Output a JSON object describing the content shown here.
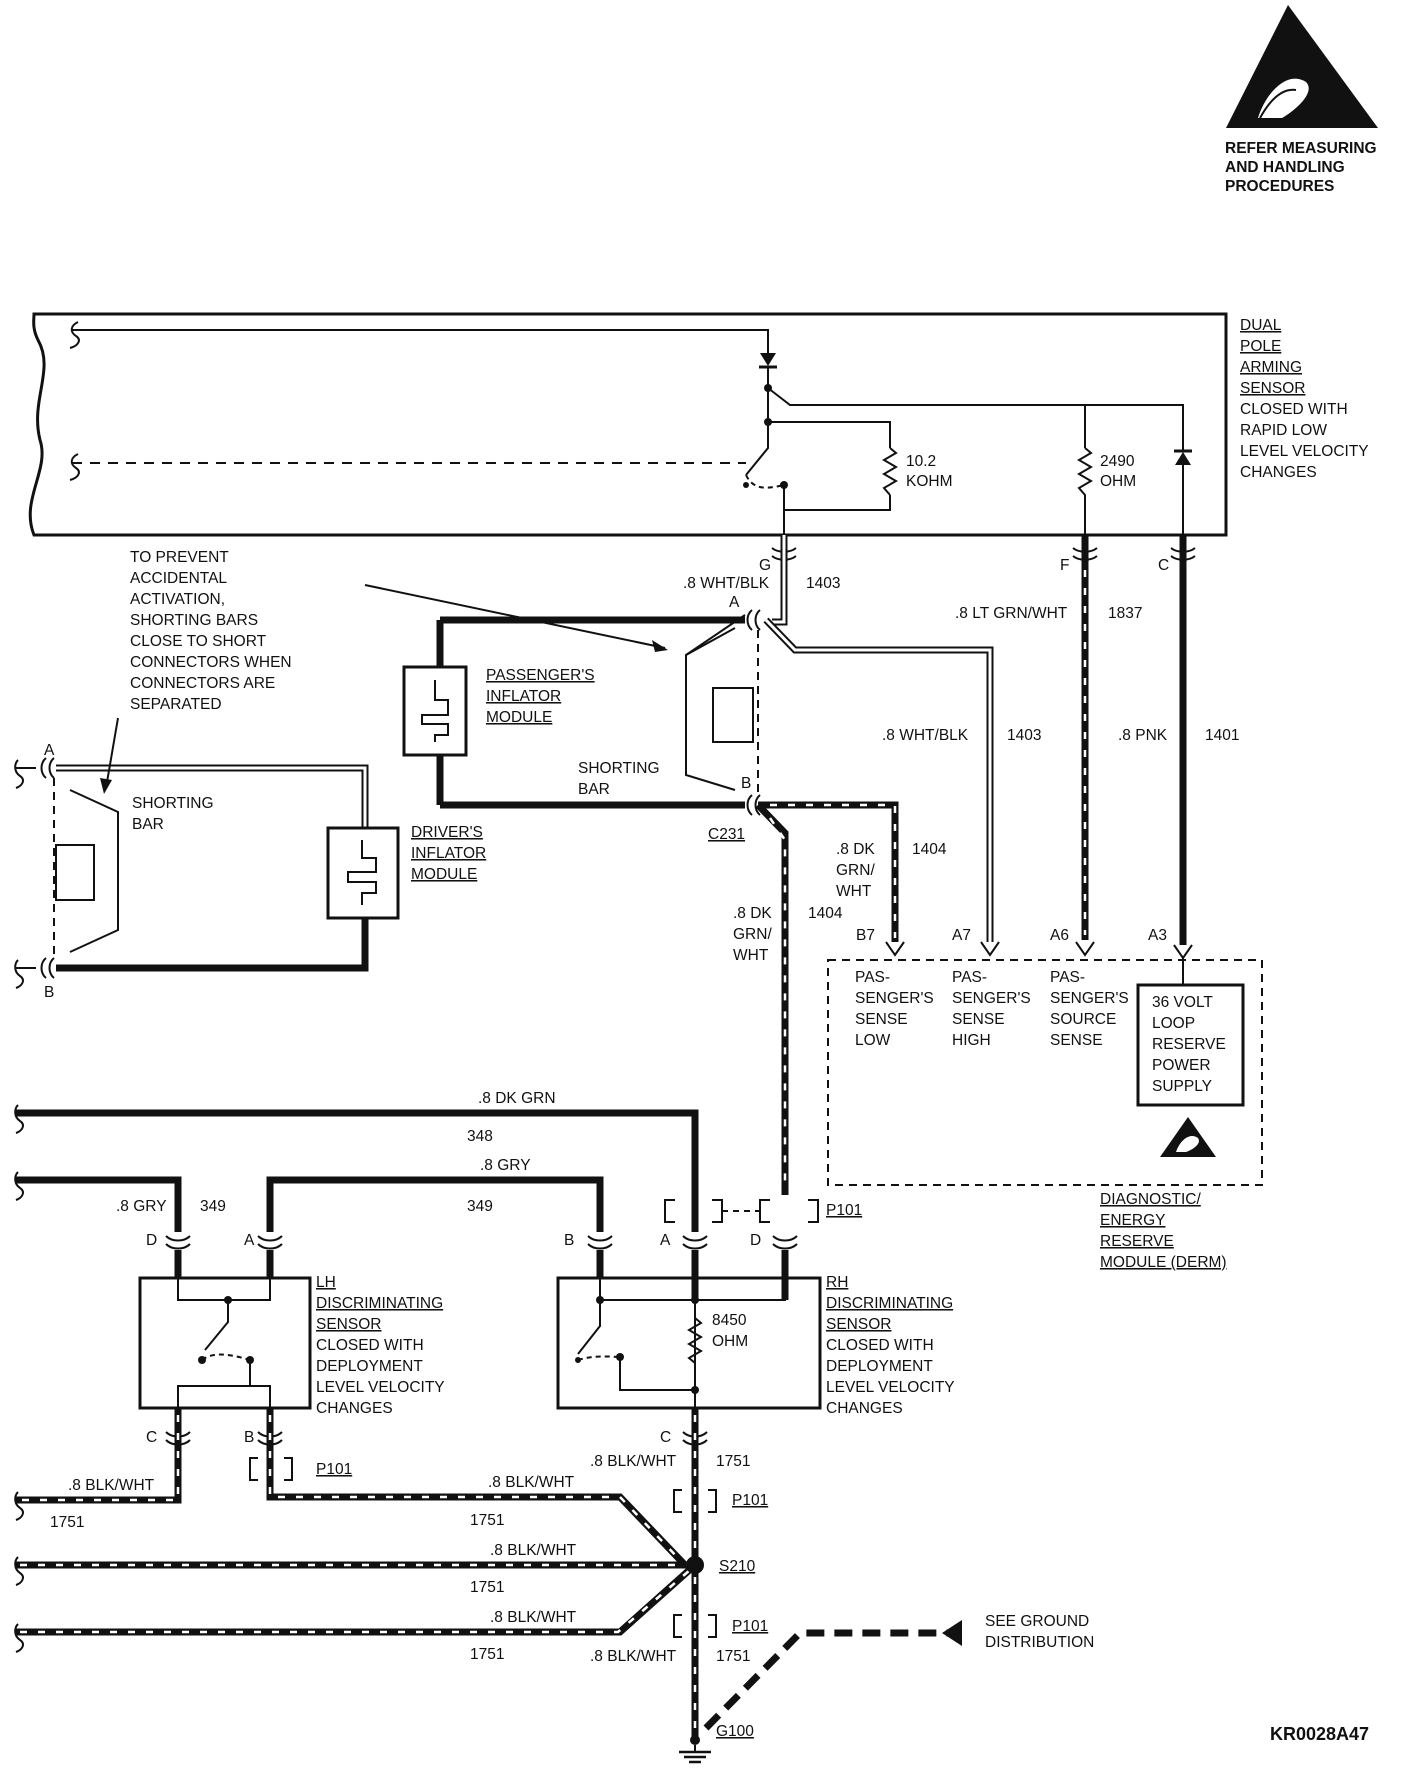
{
  "esd_notice": {
    "lines": [
      "REFER MEASURING",
      "AND HANDLING",
      "PROCEDURES"
    ]
  },
  "figure_id": "KR0028A47",
  "arming_sensor": {
    "title_underlined": [
      "DUAL",
      "POLE",
      "ARMING",
      "SENSOR"
    ],
    "desc": [
      "CLOSED WITH",
      "RAPID LOW",
      "LEVEL VELOCITY",
      "CHANGES"
    ],
    "res1": [
      "10.2",
      "KOHM"
    ],
    "res2": [
      "2490",
      "OHM"
    ],
    "pins": [
      "G",
      "F",
      "C"
    ]
  },
  "note": [
    "TO PREVENT",
    "ACCIDENTAL",
    "ACTIVATION,",
    "SHORTING BARS",
    "CLOSE TO SHORT",
    "CONNECTORS WHEN",
    "CONNECTORS ARE",
    "SEPARATED"
  ],
  "passenger_module": [
    "PASSENGER'S",
    "INFLATOR",
    "MODULE"
  ],
  "driver_module": [
    "DRIVER'S",
    "INFLATOR",
    "MODULE"
  ],
  "shorting_bar_passenger": [
    "SHORTING",
    "BAR"
  ],
  "shorting_bar_driver": [
    "SHORTING",
    "BAR"
  ],
  "connector_c231": "C231",
  "pins": {
    "a": "A",
    "b": "B",
    "c": "C",
    "d": "D",
    "b7": "B7",
    "a7": "A7",
    "a6": "A6",
    "a3": "A3"
  },
  "wires": {
    "wht_blk": ".8 WHT/BLK",
    "c1403": "1403",
    "lt_grn_wht": ".8 LT GRN/WHT",
    "c1837": "1837",
    "pnk": ".8 PNK",
    "c1401": "1401",
    "dk_grn_wht": [
      ".8 DK",
      "GRN/",
      "WHT"
    ],
    "c1404": "1404",
    "dk_grn": ".8 DK GRN",
    "c348": "348",
    "gry": ".8 GRY",
    "c349": "349",
    "blk_wht": ".8 BLK/WHT",
    "c1751": "1751"
  },
  "derm": {
    "col1": [
      "PAS-",
      "SENGER'S",
      "SENSE",
      "LOW"
    ],
    "col2": [
      "PAS-",
      "SENGER'S",
      "SENSE",
      "HIGH"
    ],
    "col3": [
      "PAS-",
      "SENGER'S",
      "SOURCE",
      "SENSE"
    ],
    "supply": [
      "36 VOLT",
      "LOOP",
      "RESERVE",
      "POWER",
      "SUPPLY"
    ],
    "title": [
      "DIAGNOSTIC/",
      "ENERGY",
      "RESERVE",
      "MODULE (DERM)"
    ]
  },
  "lh_sensor": {
    "title": [
      "LH",
      "DISCRIMINATING",
      "SENSOR"
    ],
    "desc": [
      "CLOSED WITH",
      "DEPLOYMENT",
      "LEVEL VELOCITY",
      "CHANGES"
    ]
  },
  "rh_sensor": {
    "title": [
      "RH",
      "DISCRIMINATING",
      "SENSOR"
    ],
    "desc": [
      "CLOSED WITH",
      "DEPLOYMENT",
      "LEVEL VELOCITY",
      "CHANGES"
    ],
    "res": [
      "8450",
      "OHM"
    ]
  },
  "p101": "P101",
  "s210": "S210",
  "g100": "G100",
  "ground_note": [
    "SEE GROUND",
    "DISTRIBUTION"
  ]
}
